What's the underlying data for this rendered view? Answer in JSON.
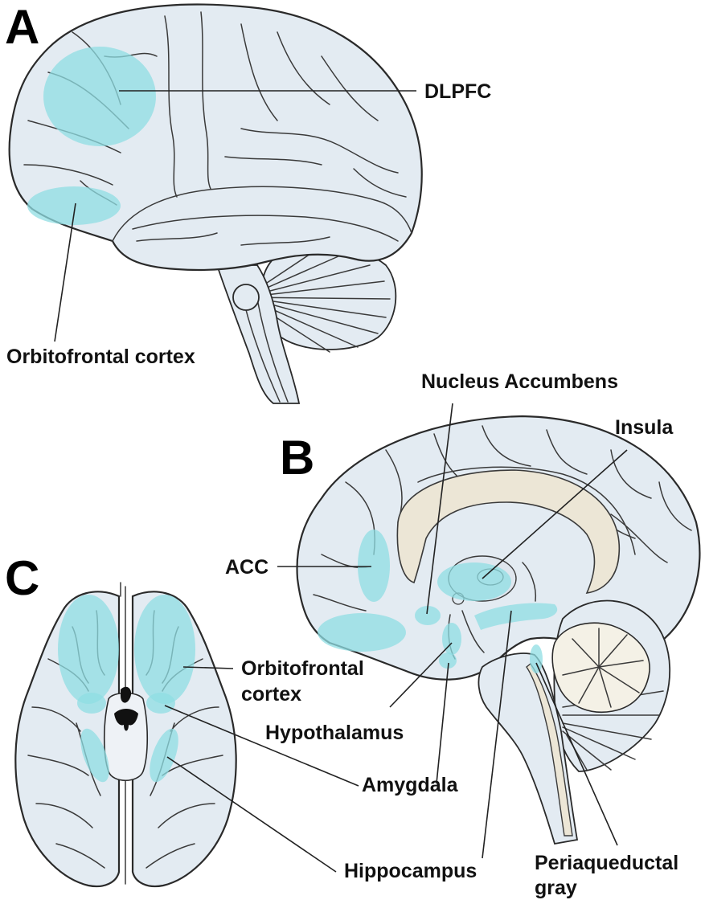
{
  "colors": {
    "highlight": "#8fdde3",
    "brain_fill": "#e3ebf2",
    "outline": "#2a2a2a",
    "ventricle_fill": "#ece6d6",
    "cerebellum_fill": "#f4f1e6"
  },
  "panels": {
    "a": {
      "letter": "A",
      "labels": {
        "dlpfc": "DLPFC",
        "orbitofrontal": "Orbitofrontal cortex"
      }
    },
    "b": {
      "letter": "B",
      "labels": {
        "nucleus_accumbens": "Nucleus Accumbens",
        "insula": "Insula",
        "acc": "ACC",
        "hypothalamus": "Hypothalamus",
        "amygdala": "Amygdala",
        "hippocampus": "Hippocampus",
        "periaqueductal_line1": "Periaqueductal",
        "periaqueductal_line2": "gray"
      }
    },
    "c": {
      "letter": "C",
      "labels": {
        "orbitofrontal_line1": "Orbitofrontal",
        "orbitofrontal_line2": "cortex"
      }
    }
  }
}
